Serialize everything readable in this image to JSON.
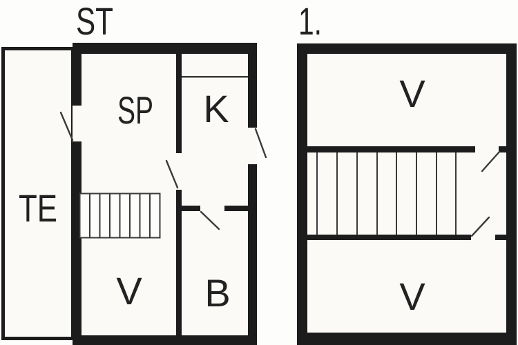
{
  "figure": {
    "kind": "floor-plan-drawing",
    "wall_color": "#1c1c1c",
    "line_color": "#3a3a3a",
    "floor_color": "#fbfaf7",
    "background": "#fdfdfb"
  },
  "plans": [
    {
      "title": "ST",
      "rooms": {
        "te": "TE",
        "sp": "SP",
        "k": "K",
        "v": "V",
        "b": "B"
      }
    },
    {
      "title": "1.",
      "rooms": {
        "v_top": "V",
        "v_bottom": "V"
      }
    }
  ]
}
